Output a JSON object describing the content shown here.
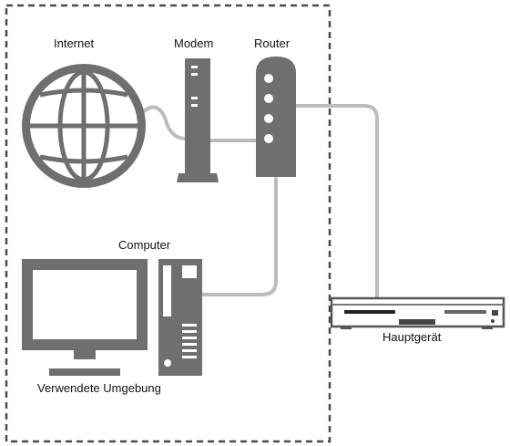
{
  "labels": {
    "internet": "Internet",
    "modem": "Modem",
    "router": "Router",
    "computer": "Computer",
    "environment": "Verwendete Umgebung",
    "main_unit": "Hauptgerät"
  },
  "colors": {
    "device": "#6f6f6f",
    "cable": "#bcbcbc",
    "border": "#4a4a4a",
    "light": "#ffffff"
  }
}
